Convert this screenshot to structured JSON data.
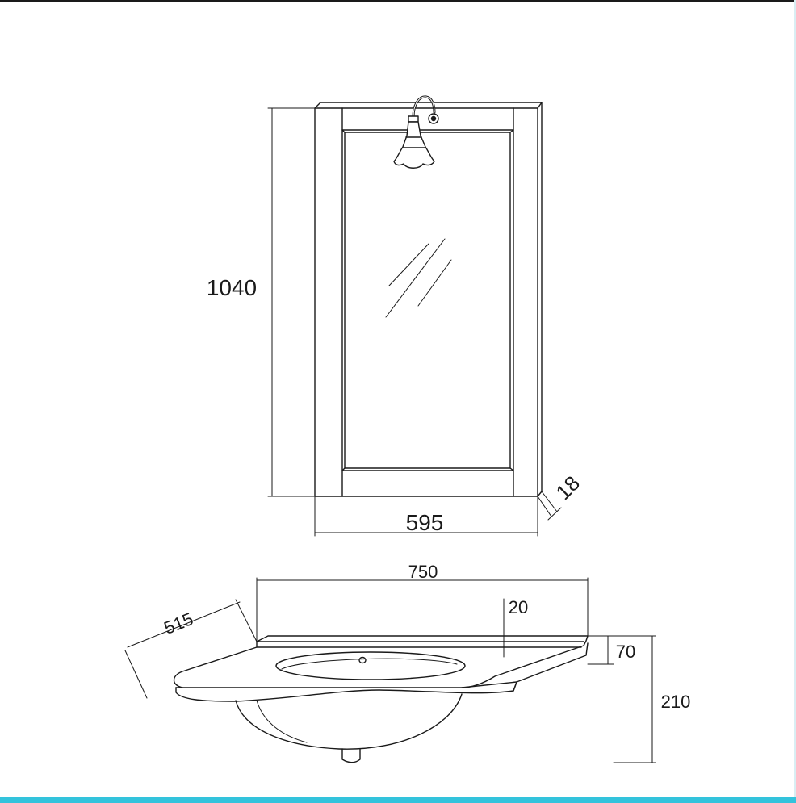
{
  "dimensions": {
    "mirror_height": "1040",
    "mirror_width": "595",
    "mirror_depth": "18",
    "basin_width": "750",
    "basin_depth": "515",
    "basin_top_thickness": "20",
    "basin_edge_height": "70",
    "basin_total_height": "210"
  },
  "colors": {
    "line": "#1a1a1a",
    "accent_bar": "#33c3dc"
  }
}
